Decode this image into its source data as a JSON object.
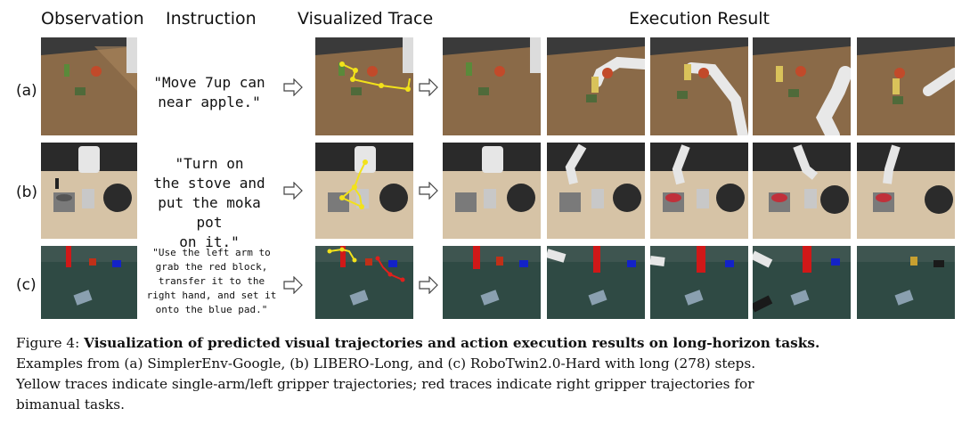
{
  "headers": {
    "observation": "Observation",
    "instruction": "Instruction",
    "visualized_trace": "Visualized Trace",
    "execution_result": "Execution Result"
  },
  "rows": [
    {
      "label": "(a)",
      "instruction_lines": [
        "\"Move 7up can",
        "near apple.\""
      ]
    },
    {
      "label": "(b)",
      "instruction_lines": [
        "\"Turn on",
        "the stove and",
        "put the moka pot",
        "on it.\""
      ]
    },
    {
      "label": "(c)",
      "instruction_lines": [
        "\"Use the left arm to",
        "grab the red block,",
        "transfer it to the",
        "right hand, and set it",
        "onto the blue pad.\""
      ]
    }
  ],
  "caption": {
    "figure_label": "Figure 4:",
    "title_bold": "Visualization of predicted visual trajectories and action execution results on long-horizon tasks.",
    "line2": "Examples from (a) SimplerEnv-Google, (b) LIBERO-Long, and (c) RoboTwin2.0-Hard with long (278) steps.",
    "line3": "Yellow traces indicate single-arm/left gripper trajectories; red traces indicate right gripper trajectories for",
    "line4": "bimanual tasks."
  },
  "colors": {
    "left_trace": "#f2e21a",
    "right_trace": "#e0201c",
    "table_wood": "#8a6a48",
    "blue_pad": "#1322c8"
  },
  "icons": {
    "arrow": "hollow-right-arrow-icon"
  }
}
